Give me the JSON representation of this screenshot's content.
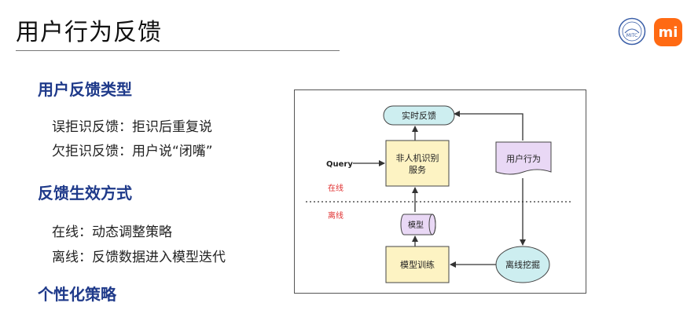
{
  "slide": {
    "title": "用户行为反馈"
  },
  "logos": {
    "mitc_label": "MITC",
    "mi_label": "mi",
    "brand_color": "#ff6a13"
  },
  "sections": [
    {
      "heading": "用户反馈类型",
      "items": [
        "误拒识反馈：拒识后重复说",
        "欠拒识反馈：用户说“闭嘴”"
      ]
    },
    {
      "heading": "反馈生效方式",
      "items": [
        "在线：动态调整策略",
        "离线：反馈数据进入模型迭代"
      ]
    },
    {
      "heading": "个性化策略",
      "items": []
    }
  ],
  "diagram": {
    "nodes": {
      "realtime": "实时反馈",
      "service_line1": "非人机识别",
      "service_line2": "服务",
      "behavior": "用户行为",
      "model": "模型",
      "training": "模型训练",
      "mining": "离线挖掘",
      "query": "Query"
    },
    "zones": {
      "online": "在线",
      "offline": "离线"
    },
    "colors": {
      "yellow": "#fdf3c3",
      "teal": "#cdeef0",
      "lavender": "#e9d8f5",
      "zone_red": "#e03030"
    }
  }
}
